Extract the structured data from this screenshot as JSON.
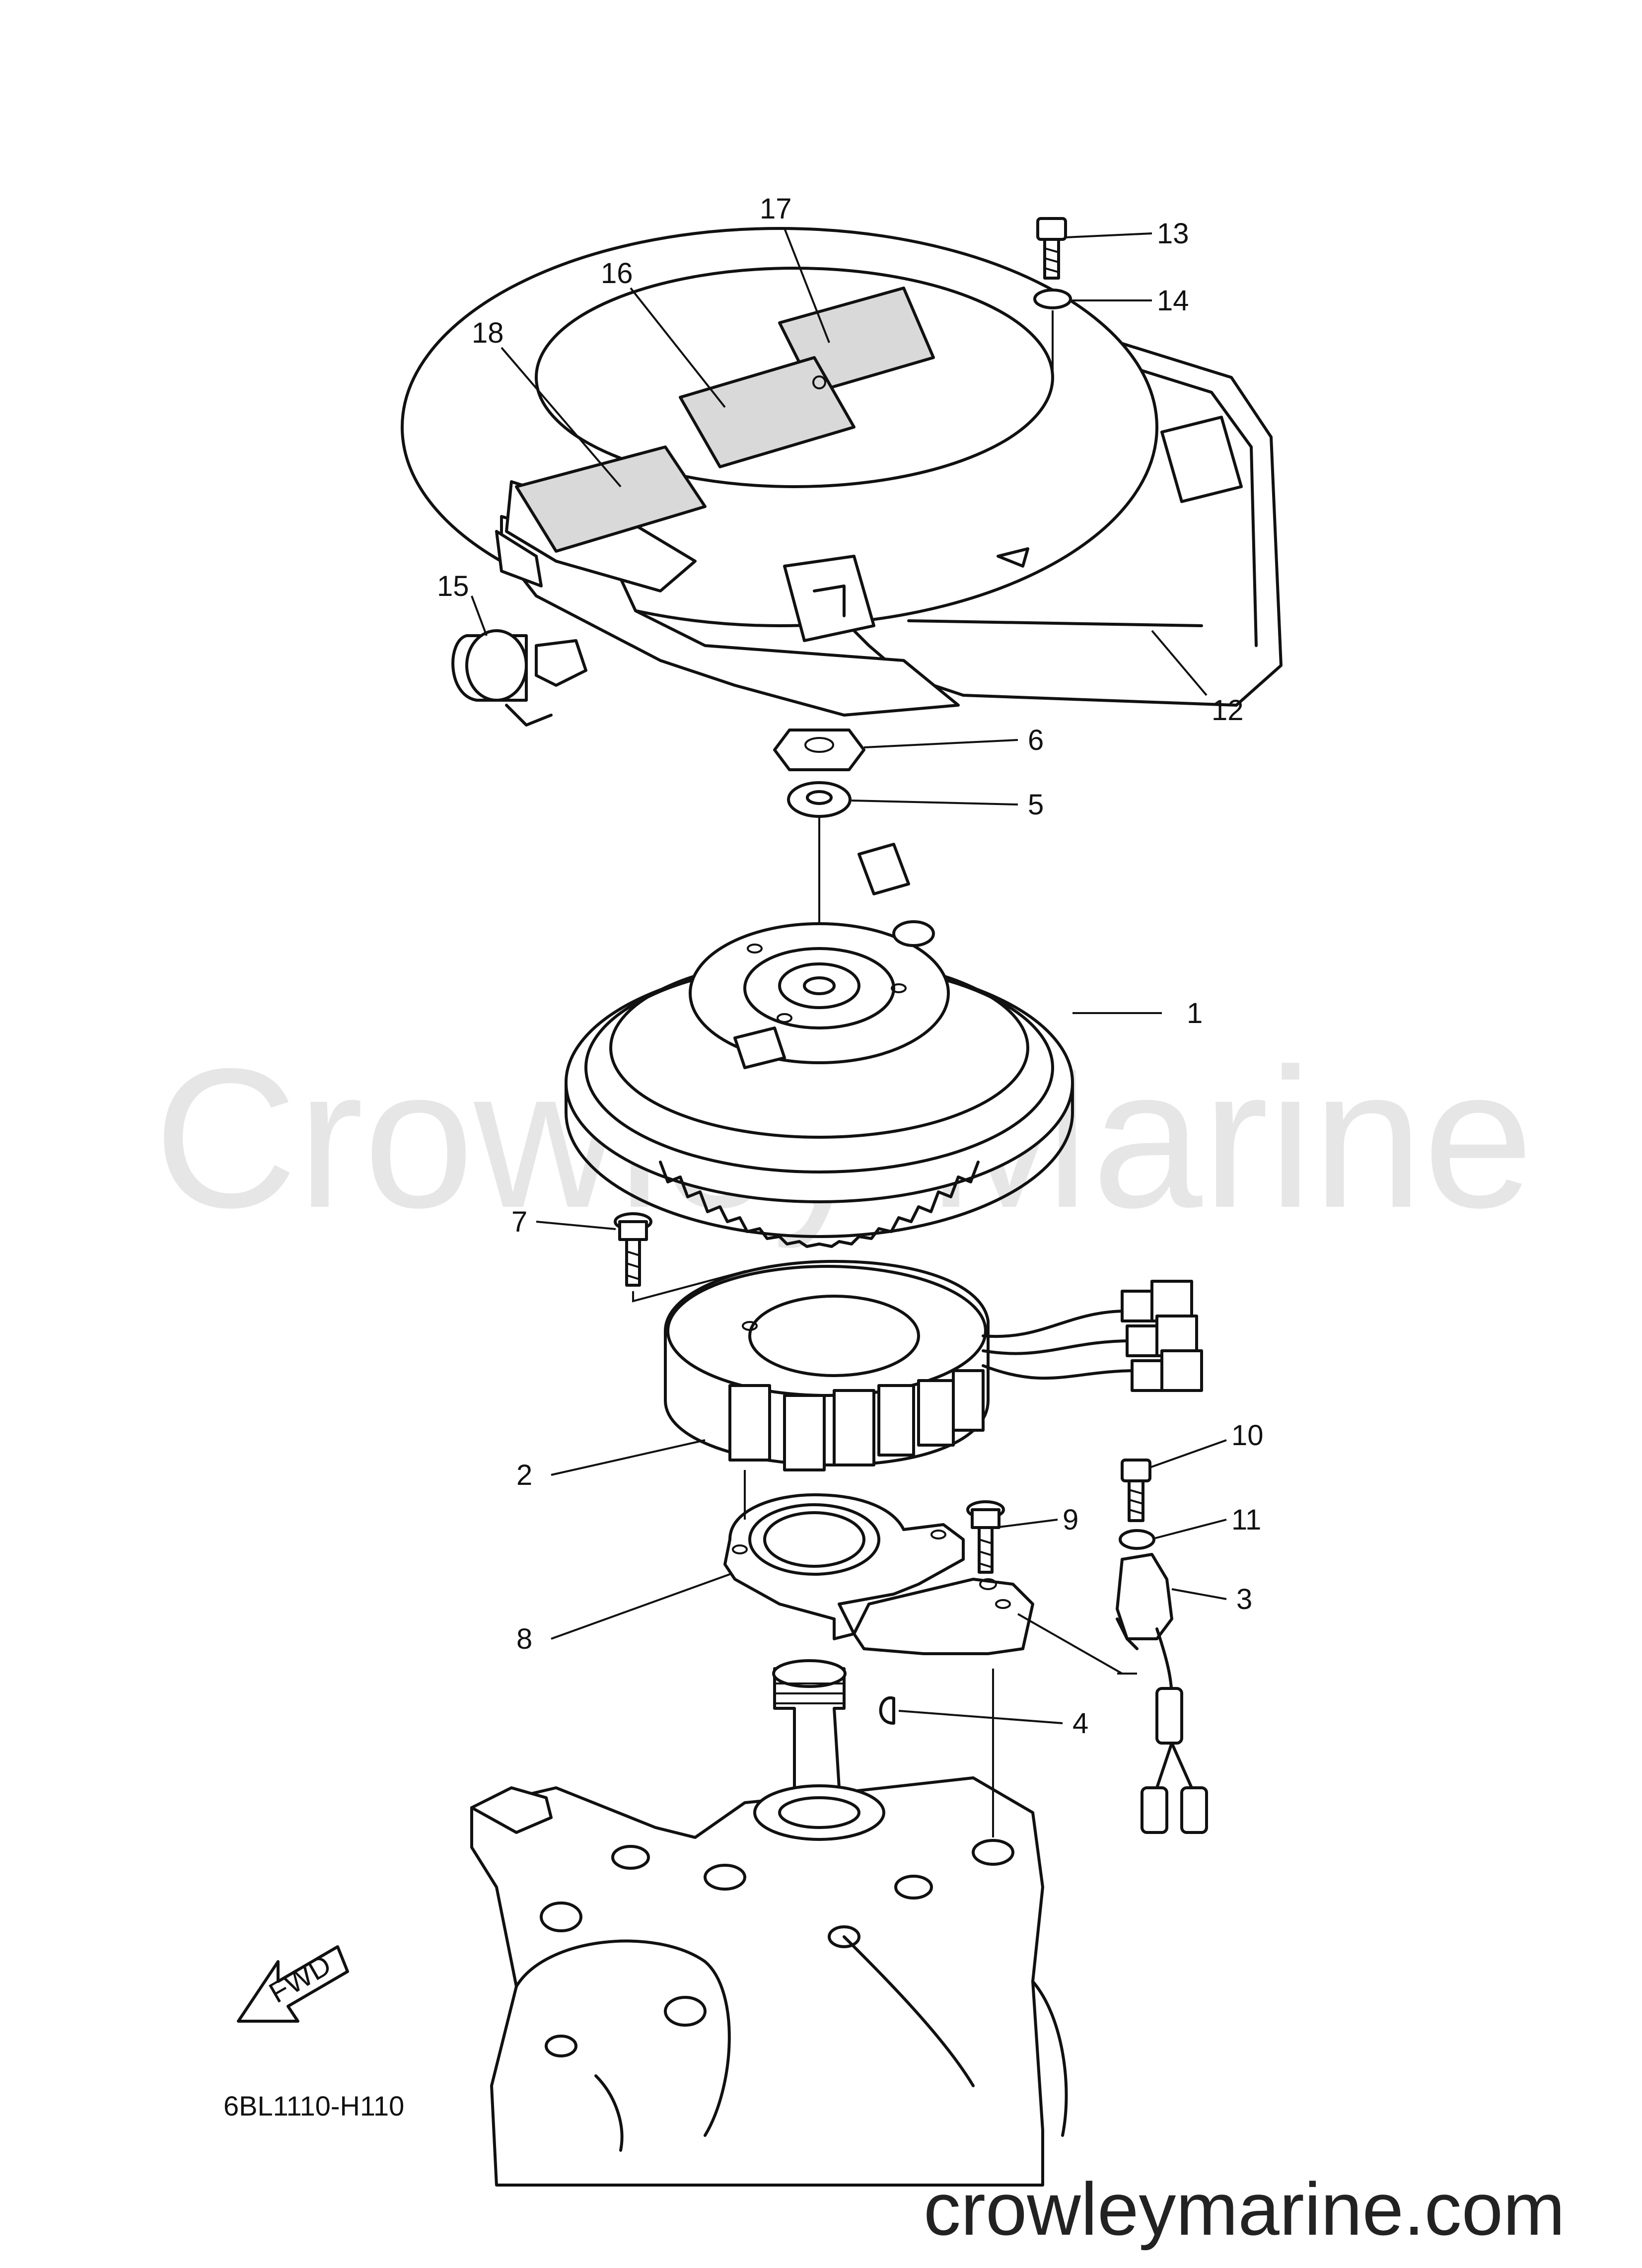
{
  "watermark": "Crowley Marine",
  "diagram_code": "6BL1110-H110",
  "website": "crowleymarine.com",
  "fwd_label": "FWD",
  "callouts": [
    "1",
    "2",
    "3",
    "4",
    "5",
    "6",
    "7",
    "8",
    "9",
    "10",
    "11",
    "12",
    "13",
    "14",
    "15",
    "16",
    "17",
    "18"
  ]
}
